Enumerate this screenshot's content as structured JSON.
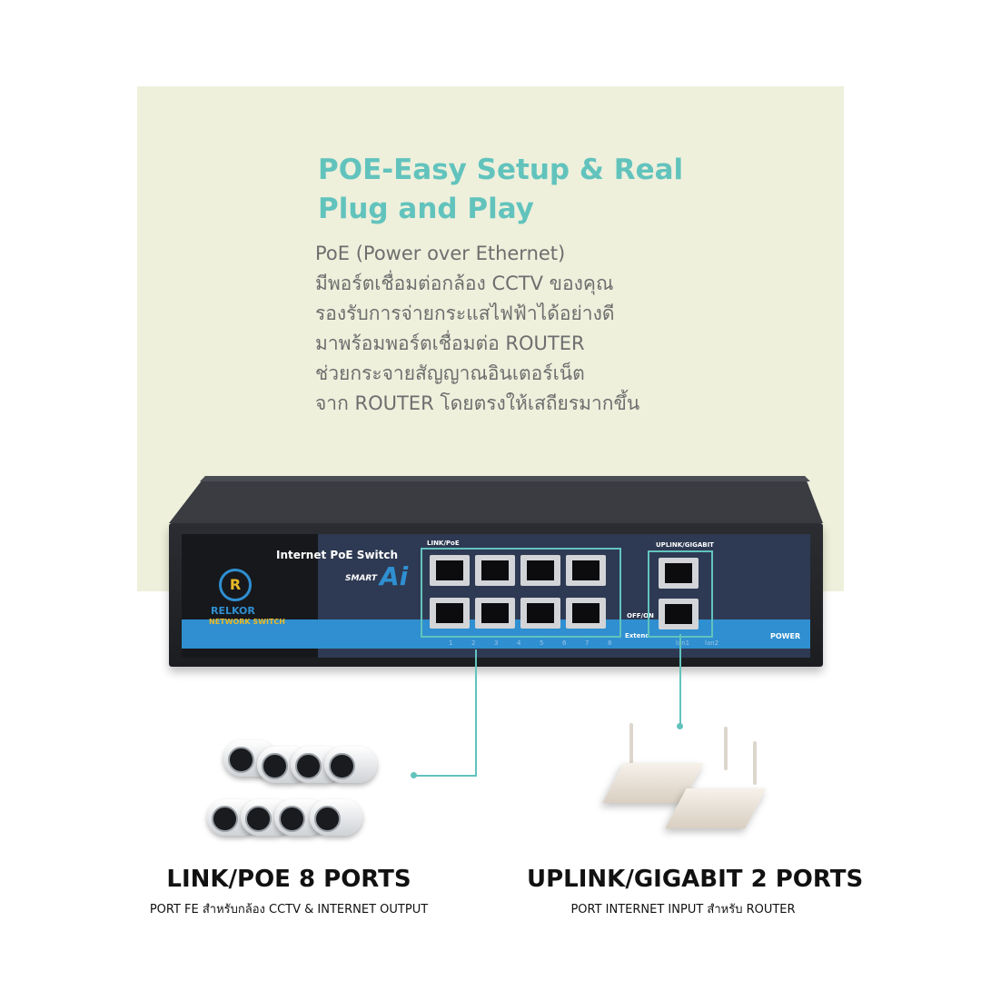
{
  "headline": {
    "line1": "POE-Easy Setup & Real",
    "line2": "Plug and Play"
  },
  "body_lines": [
    "PoE (Power over Ethernet)",
    "มีพอร์ตเชื่อมต่อกล้อง CCTV ของคุณ",
    "รองรับการจ่ายกระแสไฟฟ้าได้อย่างดี",
    "มาพร้อมพอร์ตเชื่อมต่อ ROUTER",
    "ช่วยกระจายสัญญาณอินเตอร์เน็ต",
    "จาก ROUTER โดยตรงให้เสถียรมากขึ้น"
  ],
  "device": {
    "brand_logo": "R",
    "brand": "RELKOR",
    "brand_sub": "NETWORK SWITCH",
    "title": "Internet PoE Switch",
    "smart": "SMART",
    "ai": "Ai",
    "label_link_poe": "LINK/PoE",
    "label_uplink": "UPLINK/GIGABIT",
    "label_offon": "OFF/ON",
    "label_extend": "Extend",
    "label_power": "POWER",
    "port_numbers": [
      "1",
      "2",
      "3",
      "4",
      "5",
      "6",
      "7",
      "8"
    ],
    "uplink_leds": [
      "lan1",
      "lan2"
    ]
  },
  "captions": {
    "left_title": "LINK/POE 8 PORTS",
    "left_sub": "PORT FE สำหรับกล้อง CCTV & INTERNET OUTPUT",
    "right_title": "UPLINK/GIGABIT 2 PORTS",
    "right_sub": "PORT INTERNET INPUT สำหรับ ROUTER"
  },
  "colors": {
    "accent_teal": "#62c3bd",
    "panel_bg": "#eef0dc",
    "switch_blue": "#2f8fd0"
  }
}
